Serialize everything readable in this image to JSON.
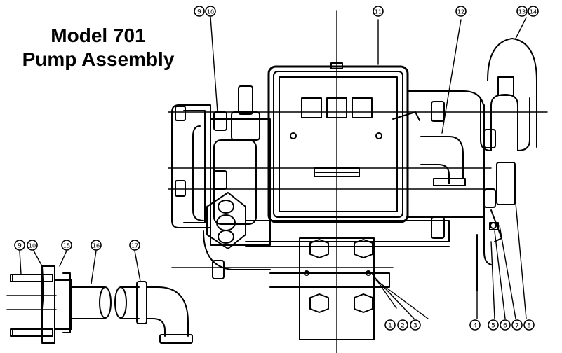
{
  "title": {
    "line1": "Model 701",
    "line2": "Pump Assembly"
  },
  "callouts": [
    {
      "id": "c-9-10-top",
      "nums": [
        "9",
        "10"
      ]
    },
    {
      "id": "c-11",
      "nums": [
        "11"
      ]
    },
    {
      "id": "c-12",
      "nums": [
        "12"
      ]
    },
    {
      "id": "c-13-14",
      "nums": [
        "13",
        "14"
      ]
    },
    {
      "id": "c-1-2-3",
      "nums": [
        "1",
        "2",
        "3"
      ]
    },
    {
      "id": "c-4",
      "nums": [
        "4"
      ]
    },
    {
      "id": "c-5-6-7-8",
      "nums": [
        "5",
        "6",
        "7",
        "8"
      ]
    },
    {
      "id": "c-9-10-left",
      "nums": [
        "9",
        "10"
      ]
    },
    {
      "id": "c-15",
      "nums": [
        "15"
      ]
    },
    {
      "id": "c-16",
      "nums": [
        "16"
      ]
    },
    {
      "id": "c-17",
      "nums": [
        "17"
      ]
    }
  ],
  "colors": {
    "ink": "#000000",
    "paper": "#ffffff"
  }
}
